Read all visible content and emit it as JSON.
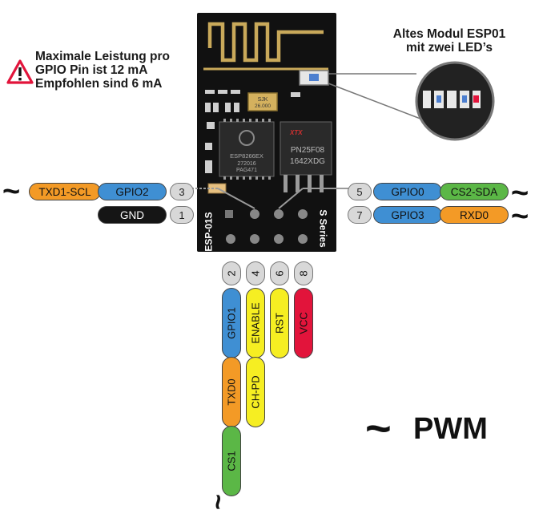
{
  "warning": {
    "lines": [
      "Maximale Leistung pro",
      "GPIO Pin ist 12 mA",
      "Empfohlen sind 6 mA"
    ]
  },
  "old_module": {
    "lines": [
      "Altes Modul ESP01",
      "mit zwei LED’s"
    ]
  },
  "board": {
    "left_label": "ESP-01S",
    "right_label": "S Series",
    "crystal_lines": [
      "SJK",
      "26.000"
    ],
    "soc_lines": [
      "ESP8266EX",
      "272016",
      "PAG471"
    ],
    "flash_lines": [
      "XTX",
      "PN25F08",
      "1642XDG"
    ]
  },
  "pins": {
    "p3": {
      "num": "3",
      "labels": [
        "GPIO2",
        "TXD1-SCL"
      ],
      "pwm": true
    },
    "p1": {
      "num": "1",
      "labels": [
        "GND"
      ]
    },
    "p5": {
      "num": "5",
      "labels": [
        "GPIO0",
        "CS2-SDA"
      ],
      "pwm": true
    },
    "p7": {
      "num": "7",
      "labels": [
        "GPIO3",
        "RXD0"
      ],
      "pwm": true
    },
    "p2": {
      "num": "2",
      "labels": [
        "GPIO1",
        "TXD0",
        "CS1"
      ],
      "pwm": true
    },
    "p4": {
      "num": "4",
      "labels": [
        "ENABLE",
        "CH-PD"
      ]
    },
    "p6": {
      "num": "6",
      "labels": [
        "RST"
      ]
    },
    "p8": {
      "num": "8",
      "labels": [
        "VCC"
      ]
    }
  },
  "legend": {
    "symbol": "~",
    "label": "PWM"
  },
  "colors": {
    "orange": "#f39a26",
    "blue": "#3f8fd3",
    "green": "#5bb746",
    "yellow": "#f6ee22",
    "red": "#e2143b",
    "black": "#151515",
    "gray": "#d8d8d8",
    "warning_red": "#e2143b"
  }
}
